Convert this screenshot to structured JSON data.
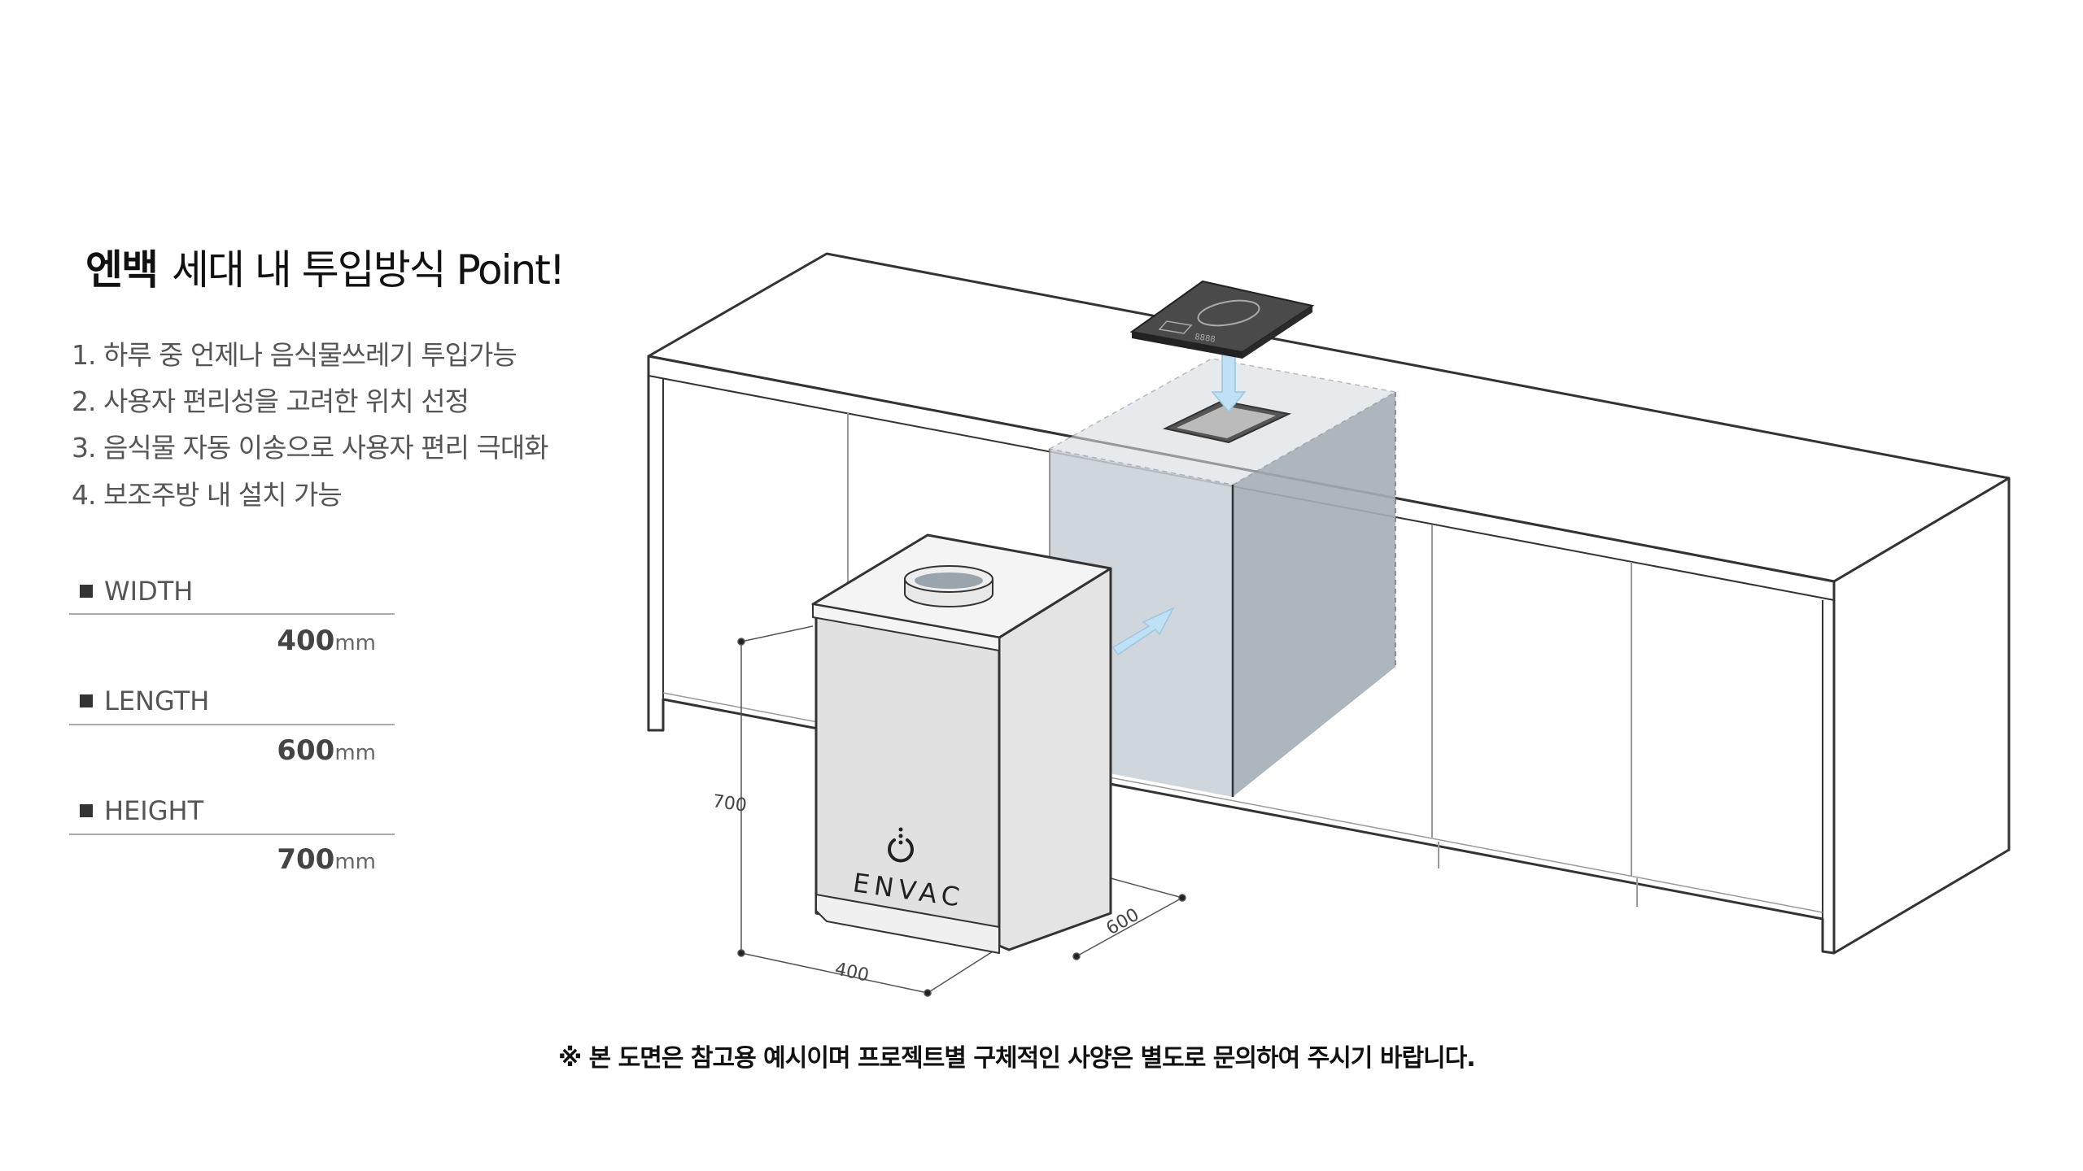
{
  "title": {
    "brand": "엔백",
    "rest": "세대 내 투입방식 Point!"
  },
  "points": [
    "1. 하루 중 언제나 음식물쓰레기 투입가능",
    "2. 사용자 편리성을 고려한 위치 선정",
    "3. 음식물 자동 이송으로 사용자 편리 극대화",
    "4. 보조주방 내 설치 가능"
  ],
  "specs": [
    {
      "label": "WIDTH",
      "value": "400",
      "unit": "mm"
    },
    {
      "label": "LENGTH",
      "value": "600",
      "unit": "mm"
    },
    {
      "label": "HEIGHT",
      "value": "700",
      "unit": "mm"
    }
  ],
  "diagram": {
    "dim_height": "700",
    "dim_width": "400",
    "dim_length": "600",
    "logo": "ENVAC",
    "colors": {
      "cavity_front": "#c8d0d6",
      "cavity_side": "#a4aeb6",
      "arrow": "#bfe0f5",
      "unit": "#e4e4e4",
      "panel": "#4a4a4a"
    }
  },
  "footer": "※ 본 도면은 참고용 예시이며 프로젝트별 구체적인 사양은 별도로 문의하여 주시기 바랍니다."
}
